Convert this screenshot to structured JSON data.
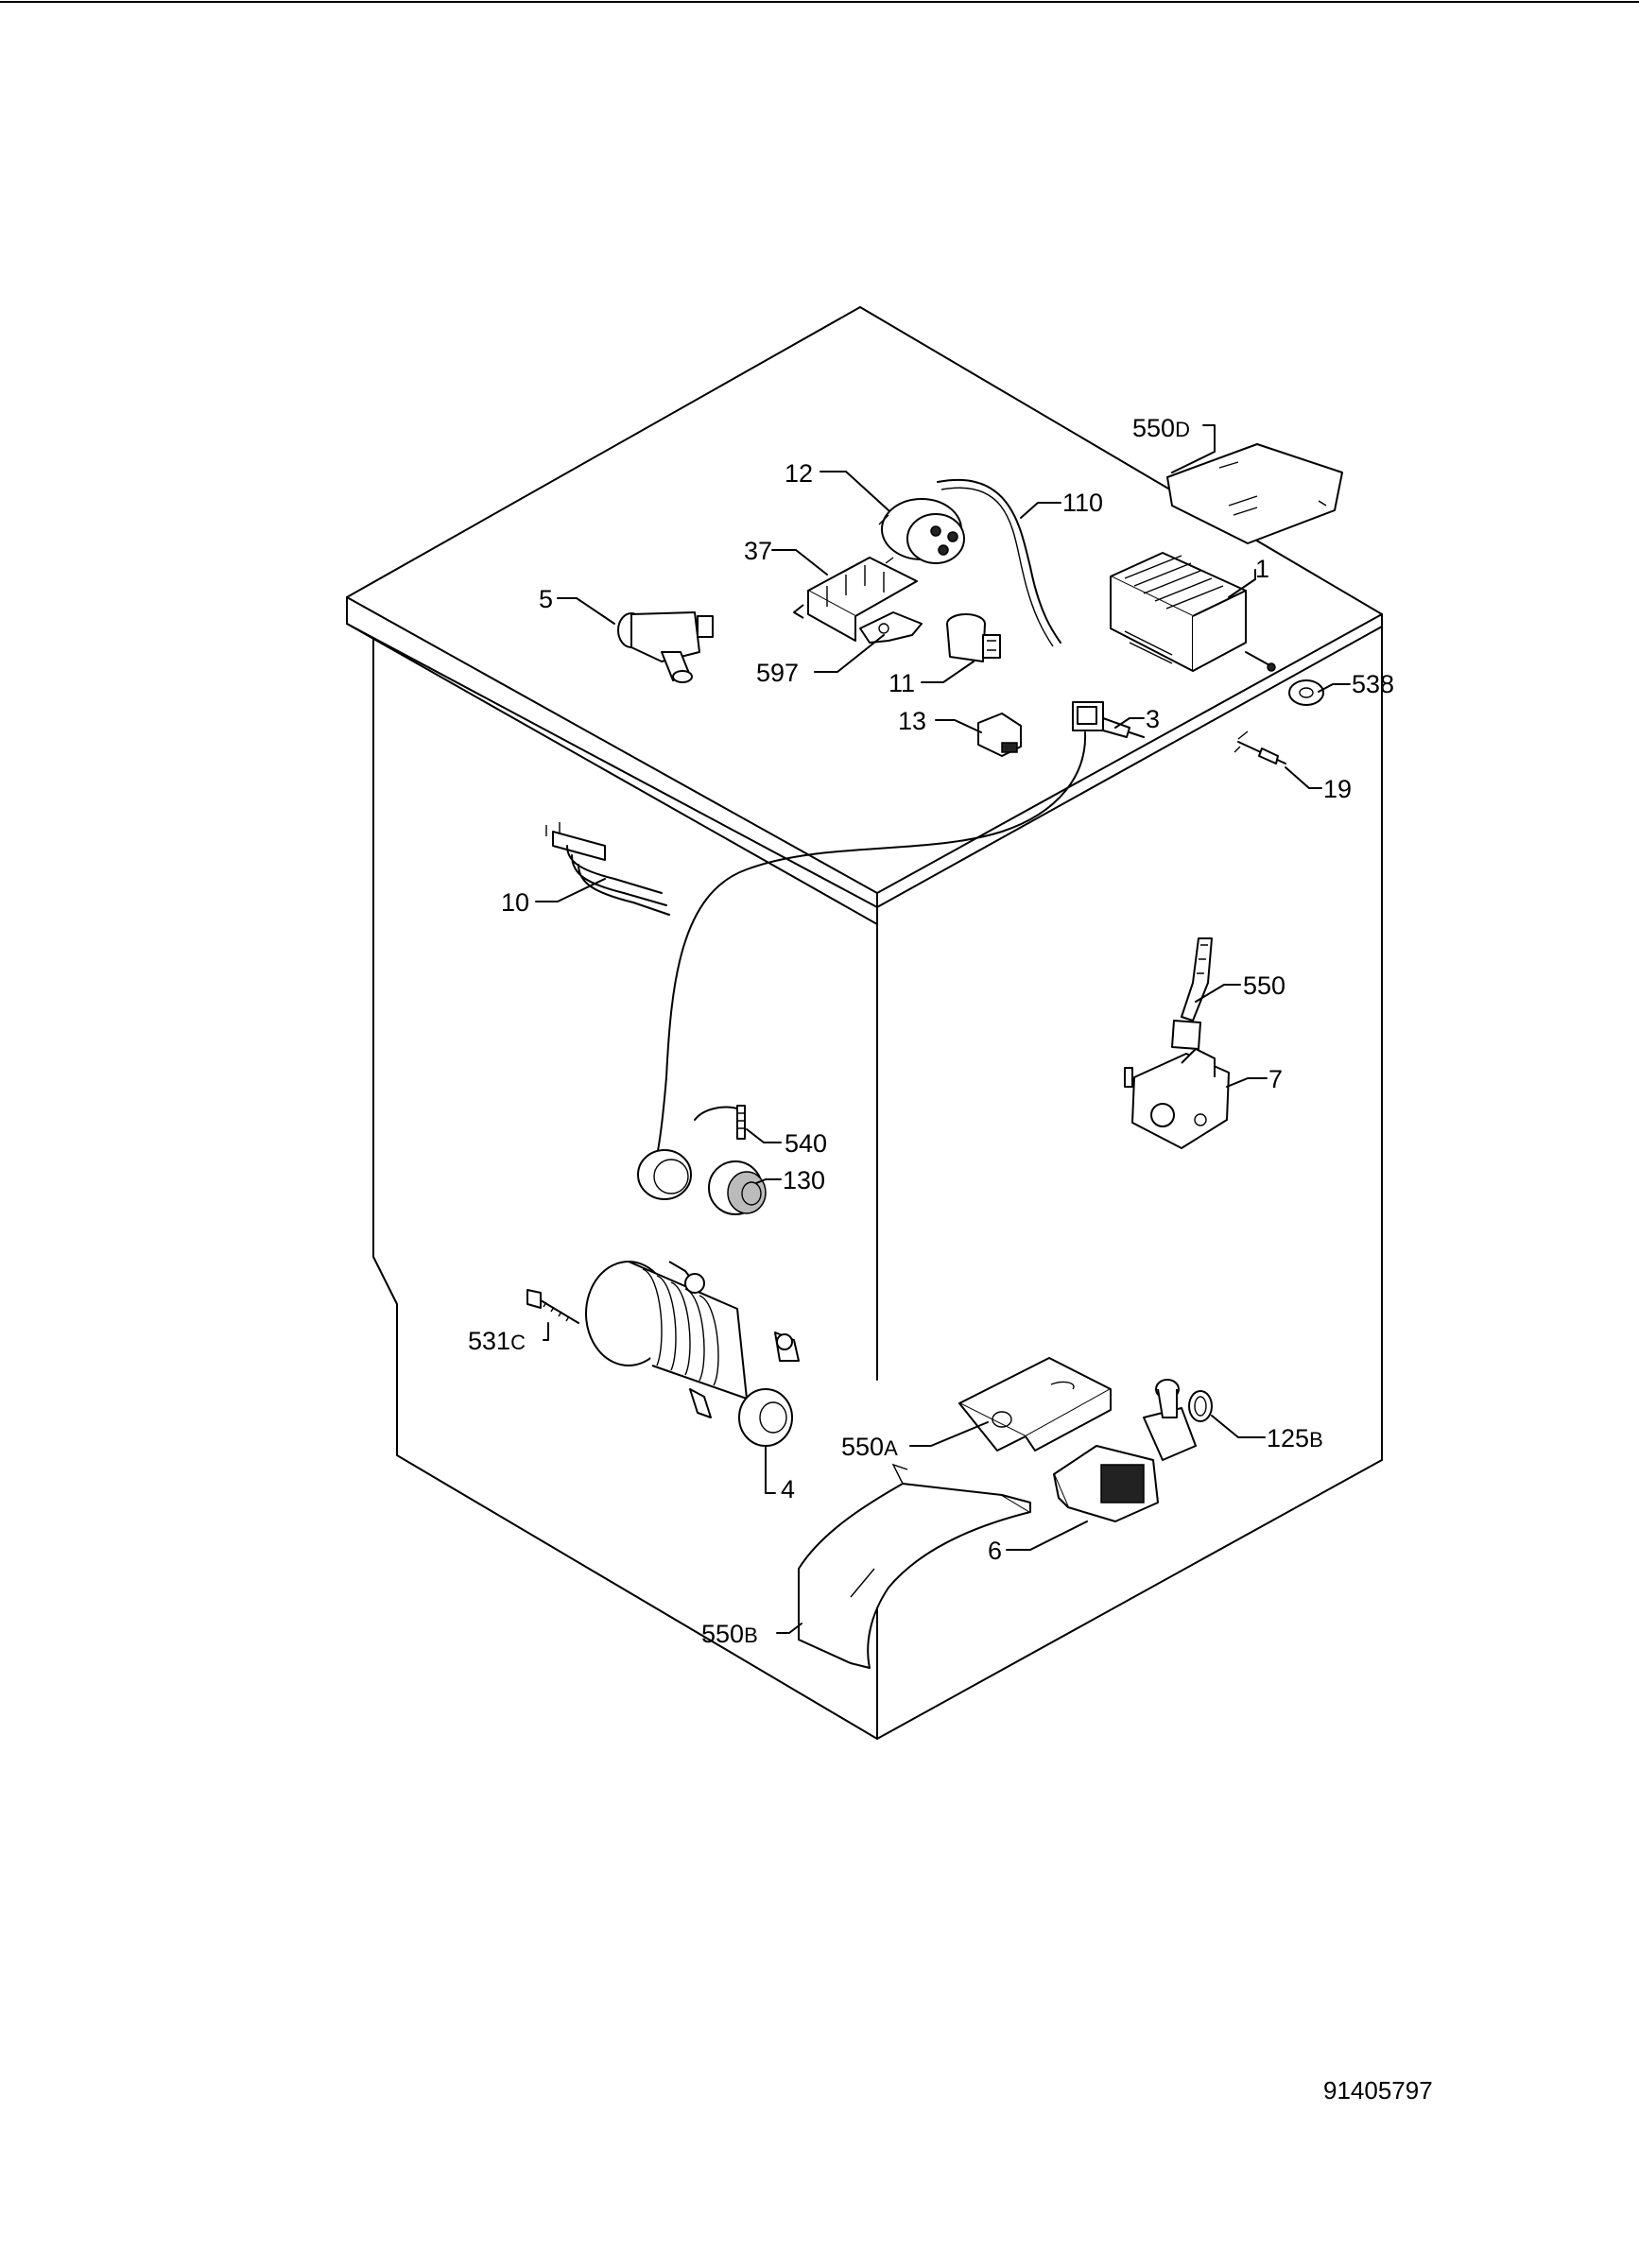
{
  "document_number": "91405797",
  "callouts": {
    "p550D": {
      "num": "550",
      "suffix": "D"
    },
    "p12": {
      "num": "12",
      "suffix": ""
    },
    "p110": {
      "num": "110",
      "suffix": ""
    },
    "p37": {
      "num": "37",
      "suffix": ""
    },
    "p1": {
      "num": "1",
      "suffix": ""
    },
    "p5": {
      "num": "5",
      "suffix": ""
    },
    "p597": {
      "num": "597",
      "suffix": ""
    },
    "p11": {
      "num": "11",
      "suffix": ""
    },
    "p538": {
      "num": "538",
      "suffix": ""
    },
    "p13": {
      "num": "13",
      "suffix": ""
    },
    "p3": {
      "num": "3",
      "suffix": ""
    },
    "p19": {
      "num": "19",
      "suffix": ""
    },
    "p10": {
      "num": "10",
      "suffix": ""
    },
    "p550": {
      "num": "550",
      "suffix": ""
    },
    "p7": {
      "num": "7",
      "suffix": ""
    },
    "p540": {
      "num": "540",
      "suffix": ""
    },
    "p130": {
      "num": "130",
      "suffix": ""
    },
    "p531C": {
      "num": "531",
      "suffix": "C"
    },
    "p125B": {
      "num": "125",
      "suffix": "B"
    },
    "p550A": {
      "num": "550",
      "suffix": "A"
    },
    "p4": {
      "num": "4",
      "suffix": ""
    },
    "p6": {
      "num": "6",
      "suffix": ""
    },
    "p550B": {
      "num": "550",
      "suffix": "B"
    }
  }
}
